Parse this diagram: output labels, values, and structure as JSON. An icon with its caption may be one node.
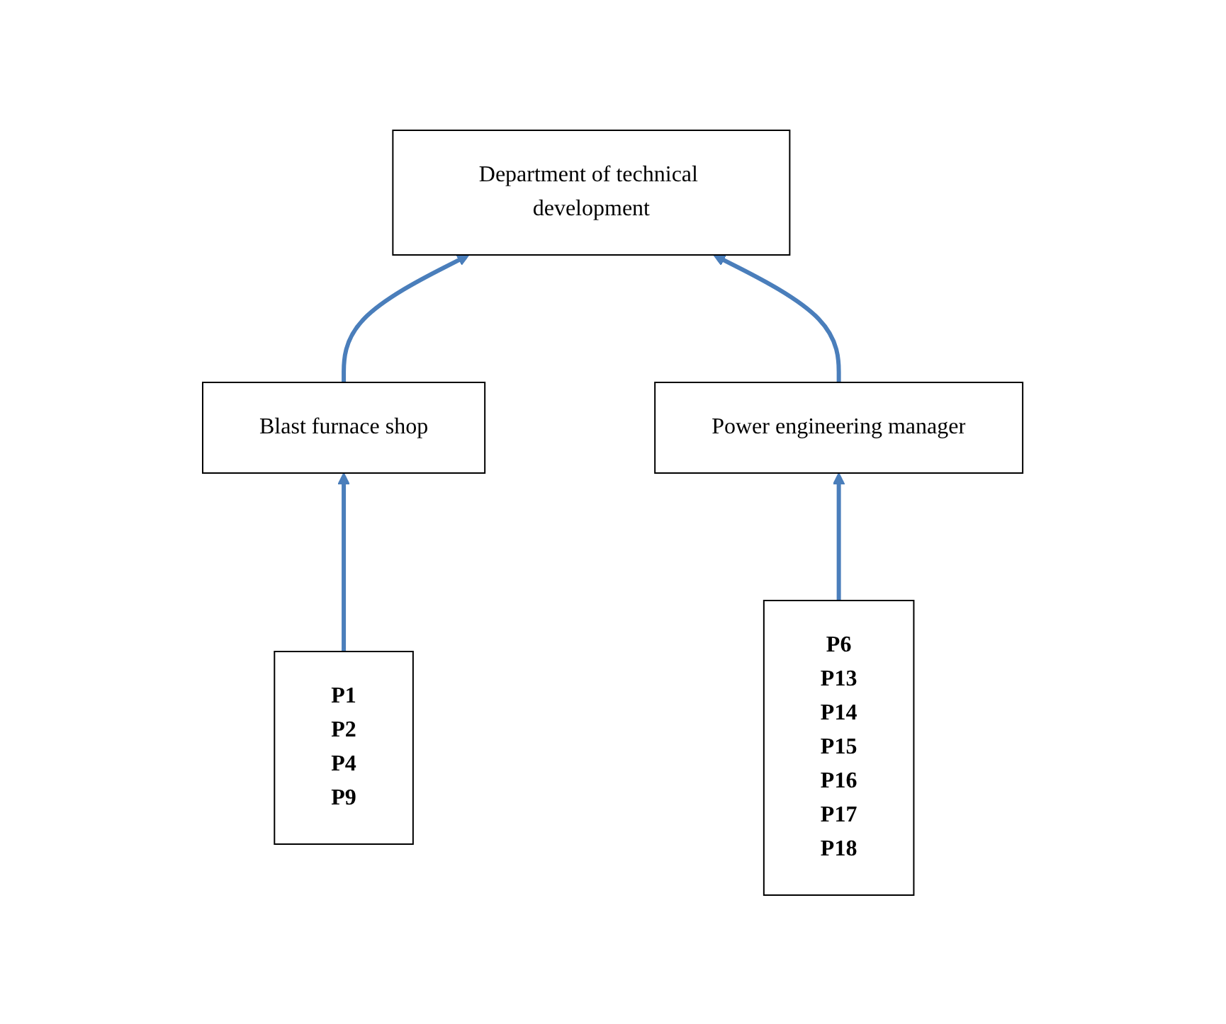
{
  "diagram": {
    "nodes": [
      {
        "text": [
          "Department of technical development"
        ]
      },
      {
        "text": [
          "Blast furnace shop"
        ]
      },
      {
        "text": [
          "Power engineering manager"
        ]
      },
      {
        "text": [
          "P1",
          "P2",
          "P4",
          "P9"
        ]
      },
      {
        "text": [
          "P6",
          "P13",
          "P14",
          "P15",
          "P16",
          "P17",
          "P18"
        ]
      }
    ],
    "edges": [
      {
        "from": 1,
        "to": 0,
        "arrow": "to"
      },
      {
        "from": 2,
        "to": 0,
        "arrow": "to"
      },
      {
        "from": 3,
        "to": 1,
        "arrow": "to"
      },
      {
        "from": 4,
        "to": 2,
        "arrow": "to"
      }
    ]
  }
}
